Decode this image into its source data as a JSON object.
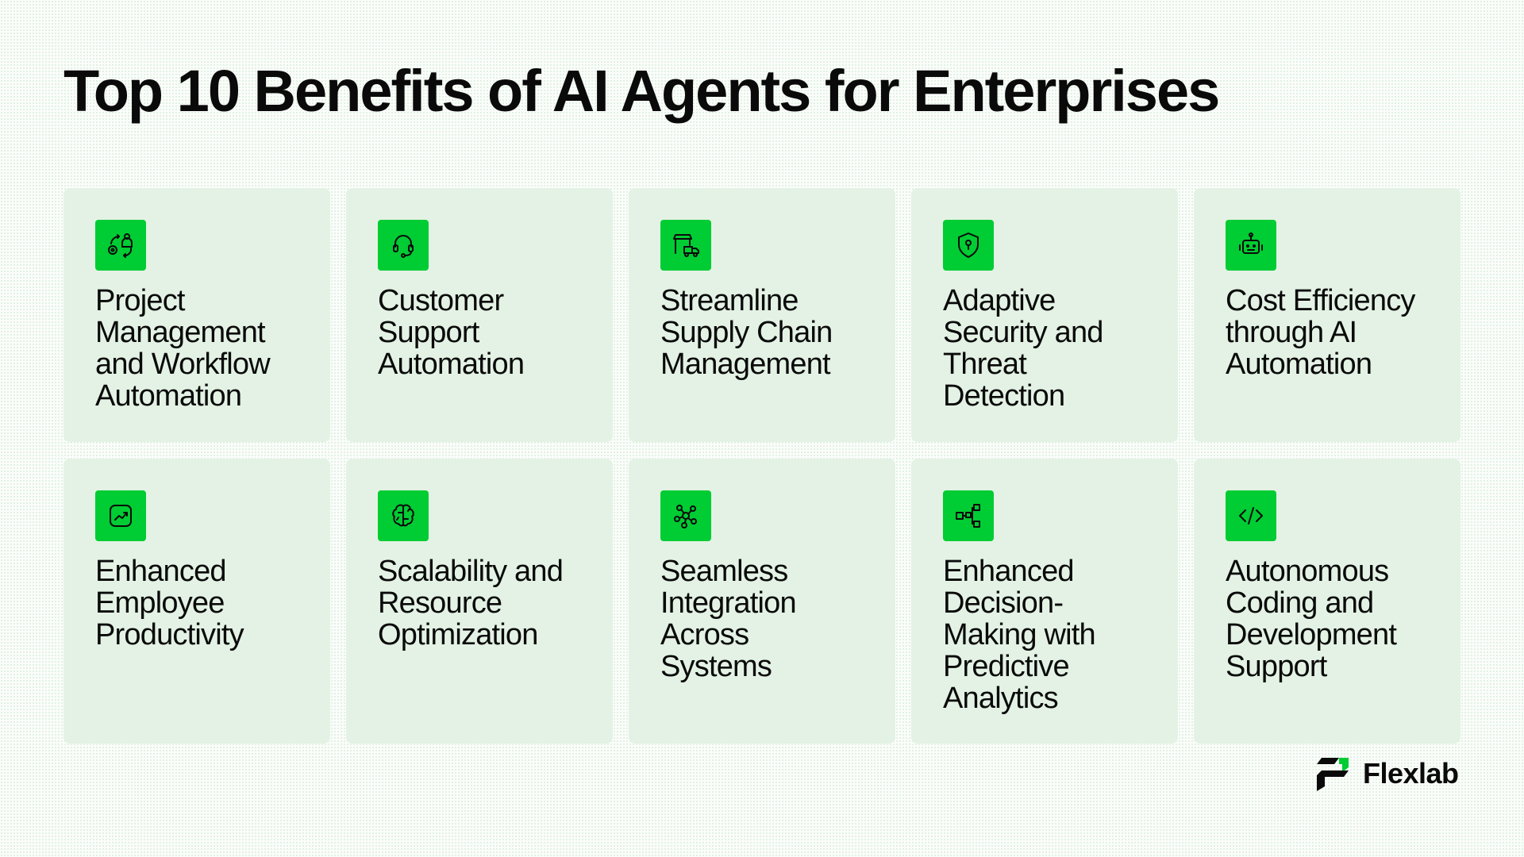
{
  "title": "Top 10 Benefits of AI Agents for Enterprises",
  "colors": {
    "accent": "#00cc33",
    "card": "#e3f2e4",
    "text": "#0a0a0a"
  },
  "cards": [
    {
      "label": "Project Management and Workflow Automation",
      "icon": "workflow-person-gear-icon"
    },
    {
      "label": "Customer Support Automation",
      "icon": "headset-icon"
    },
    {
      "label": "Streamline Supply Chain Management",
      "icon": "delivery-truck-store-icon"
    },
    {
      "label": "Adaptive Security and Threat Detection",
      "icon": "shield-icon"
    },
    {
      "label": "Cost Efficiency through AI Automation",
      "icon": "robot-icon"
    },
    {
      "label": "Enhanced Employee Productivity",
      "icon": "trend-up-icon"
    },
    {
      "label": "Scalability and Resource Optimization",
      "icon": "brain-icon"
    },
    {
      "label": "Seamless Integration Across Systems",
      "icon": "network-nodes-icon"
    },
    {
      "label": "Enhanced Decision-Making with Predictive Analytics",
      "icon": "flowchart-icon"
    },
    {
      "label": "Autonomous Coding and Development Support",
      "icon": "code-icon"
    }
  ],
  "brand": {
    "name": "Flexlab"
  }
}
